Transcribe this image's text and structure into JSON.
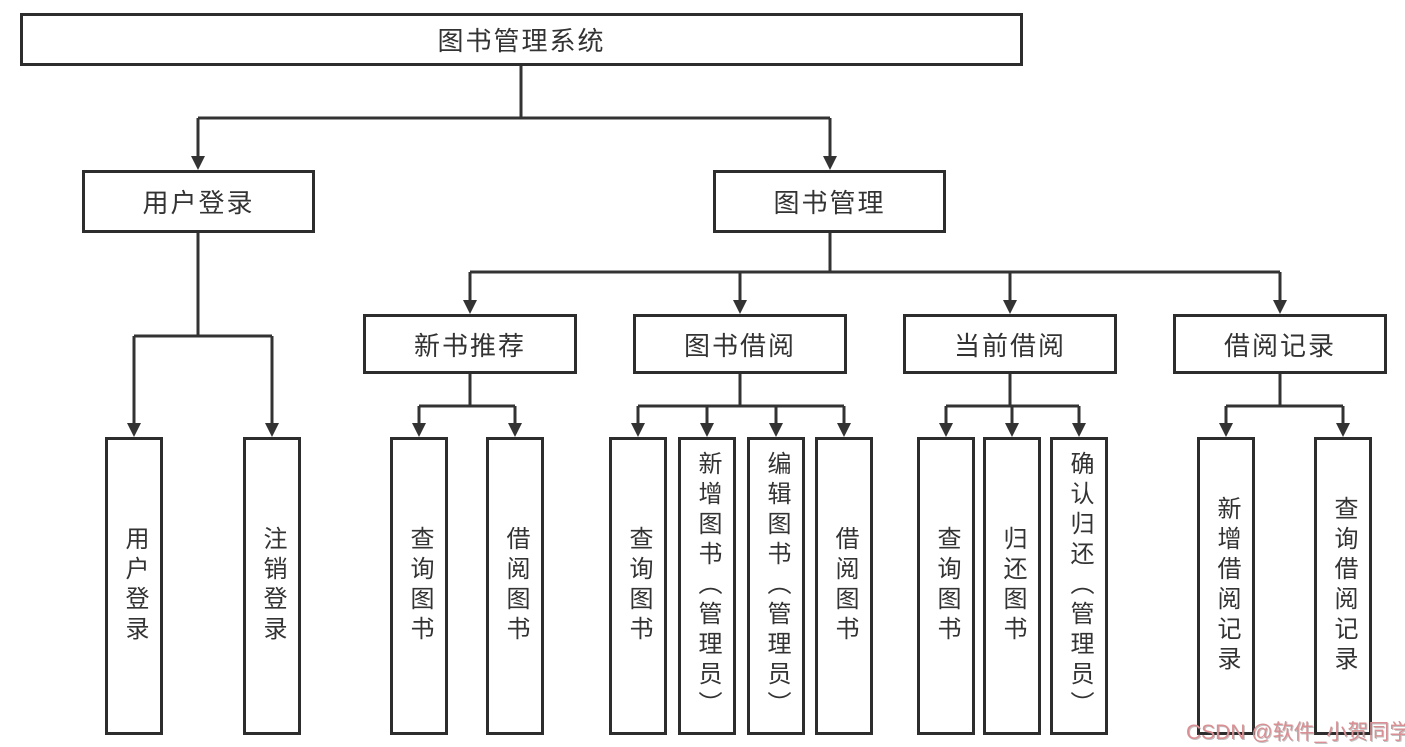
{
  "tree": {
    "root": {
      "label": "图书管理系统",
      "children": [
        {
          "label": "用户登录",
          "children": [
            {
              "label": "用户登录"
            },
            {
              "label": "注销登录"
            }
          ]
        },
        {
          "label": "图书管理",
          "children": [
            {
              "label": "新书推荐",
              "children": [
                {
                  "label": "查询图书"
                },
                {
                  "label": "借阅图书"
                }
              ]
            },
            {
              "label": "图书借阅",
              "children": [
                {
                  "label": "查询图书"
                },
                {
                  "label": "新增图书（管理员）"
                },
                {
                  "label": "编辑图书（管理员）"
                },
                {
                  "label": "借阅图书"
                }
              ]
            },
            {
              "label": "当前借阅",
              "children": [
                {
                  "label": "查询图书"
                },
                {
                  "label": "归还图书"
                },
                {
                  "label": "确认归还（管理员）"
                }
              ]
            },
            {
              "label": "借阅记录",
              "children": [
                {
                  "label": "新增借阅记录"
                },
                {
                  "label": "查询借阅记录"
                }
              ]
            }
          ]
        }
      ]
    }
  },
  "watermark": {
    "text": "CSDN @软件_小贺同学",
    "color": "#d98f93"
  },
  "colors": {
    "background": "#ffffff",
    "box_border": "#2d2d2d",
    "line": "#333333",
    "text": "#333333"
  }
}
